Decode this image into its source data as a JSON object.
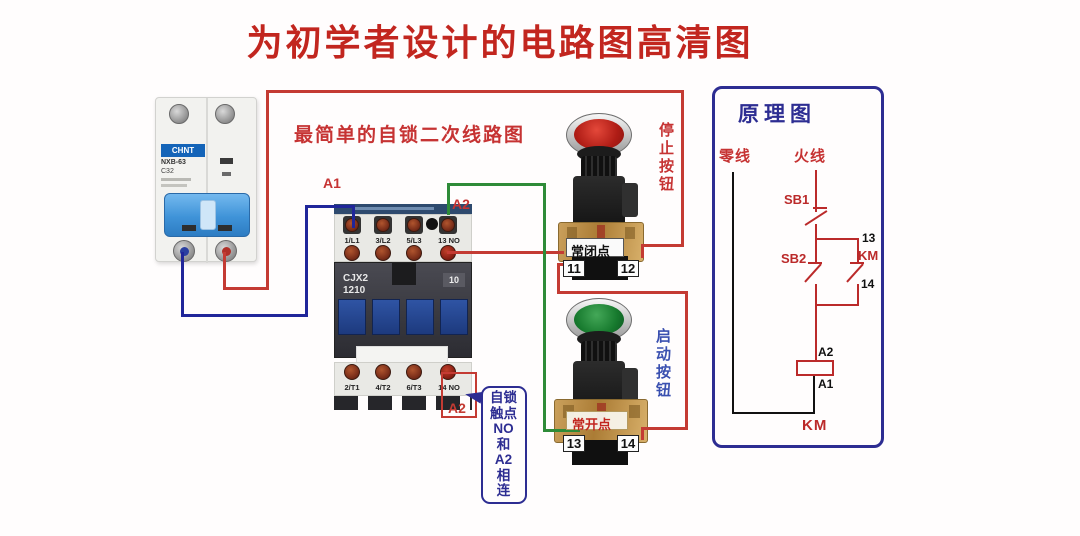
{
  "title": "为初学者设计的电路图高清图",
  "subtitle": "最简单的自锁二次线路图",
  "breaker": {
    "brand": "CHNT",
    "model": "NXB-63",
    "rating": "C32"
  },
  "contactor": {
    "model_line1": "CJX2",
    "model_line2": "1210",
    "aux_code": "10",
    "top_terminals": [
      "1/L1",
      "3/L2",
      "5/L3",
      "13 NO"
    ],
    "bottom_terminals": [
      "2/T1",
      "4/T2",
      "6/T3",
      "14 NO"
    ]
  },
  "wire_labels": {
    "a1": "A1",
    "a2": "A2",
    "a2_box": "A2"
  },
  "stop_button": {
    "label": "停止按钮",
    "contact": "常闭点",
    "t_left": "11",
    "t_right": "12"
  },
  "start_button": {
    "label": "启动按钮",
    "contact": "常开点",
    "t_left": "13",
    "t_right": "14"
  },
  "callout": {
    "text": "自锁\n触点\nNO\n和\nA2\n相\n连"
  },
  "schematic": {
    "title": "原理图",
    "neutral": "零线",
    "live": "火线",
    "sb1": "SB1",
    "sb2": "SB2",
    "n13": "13",
    "km_aux": "KM",
    "n14": "14",
    "coil_a2": "A2",
    "coil_a1": "A1",
    "coil_km": "KM"
  },
  "colors": {
    "title_red": "#c2261f",
    "accent_red": "#c63333",
    "navy": "#2d2d92",
    "wire_blue": "#20269a",
    "wire_green": "#2e8b38",
    "wire_red": "#c43b33",
    "text_blue": "#3a50b0"
  }
}
